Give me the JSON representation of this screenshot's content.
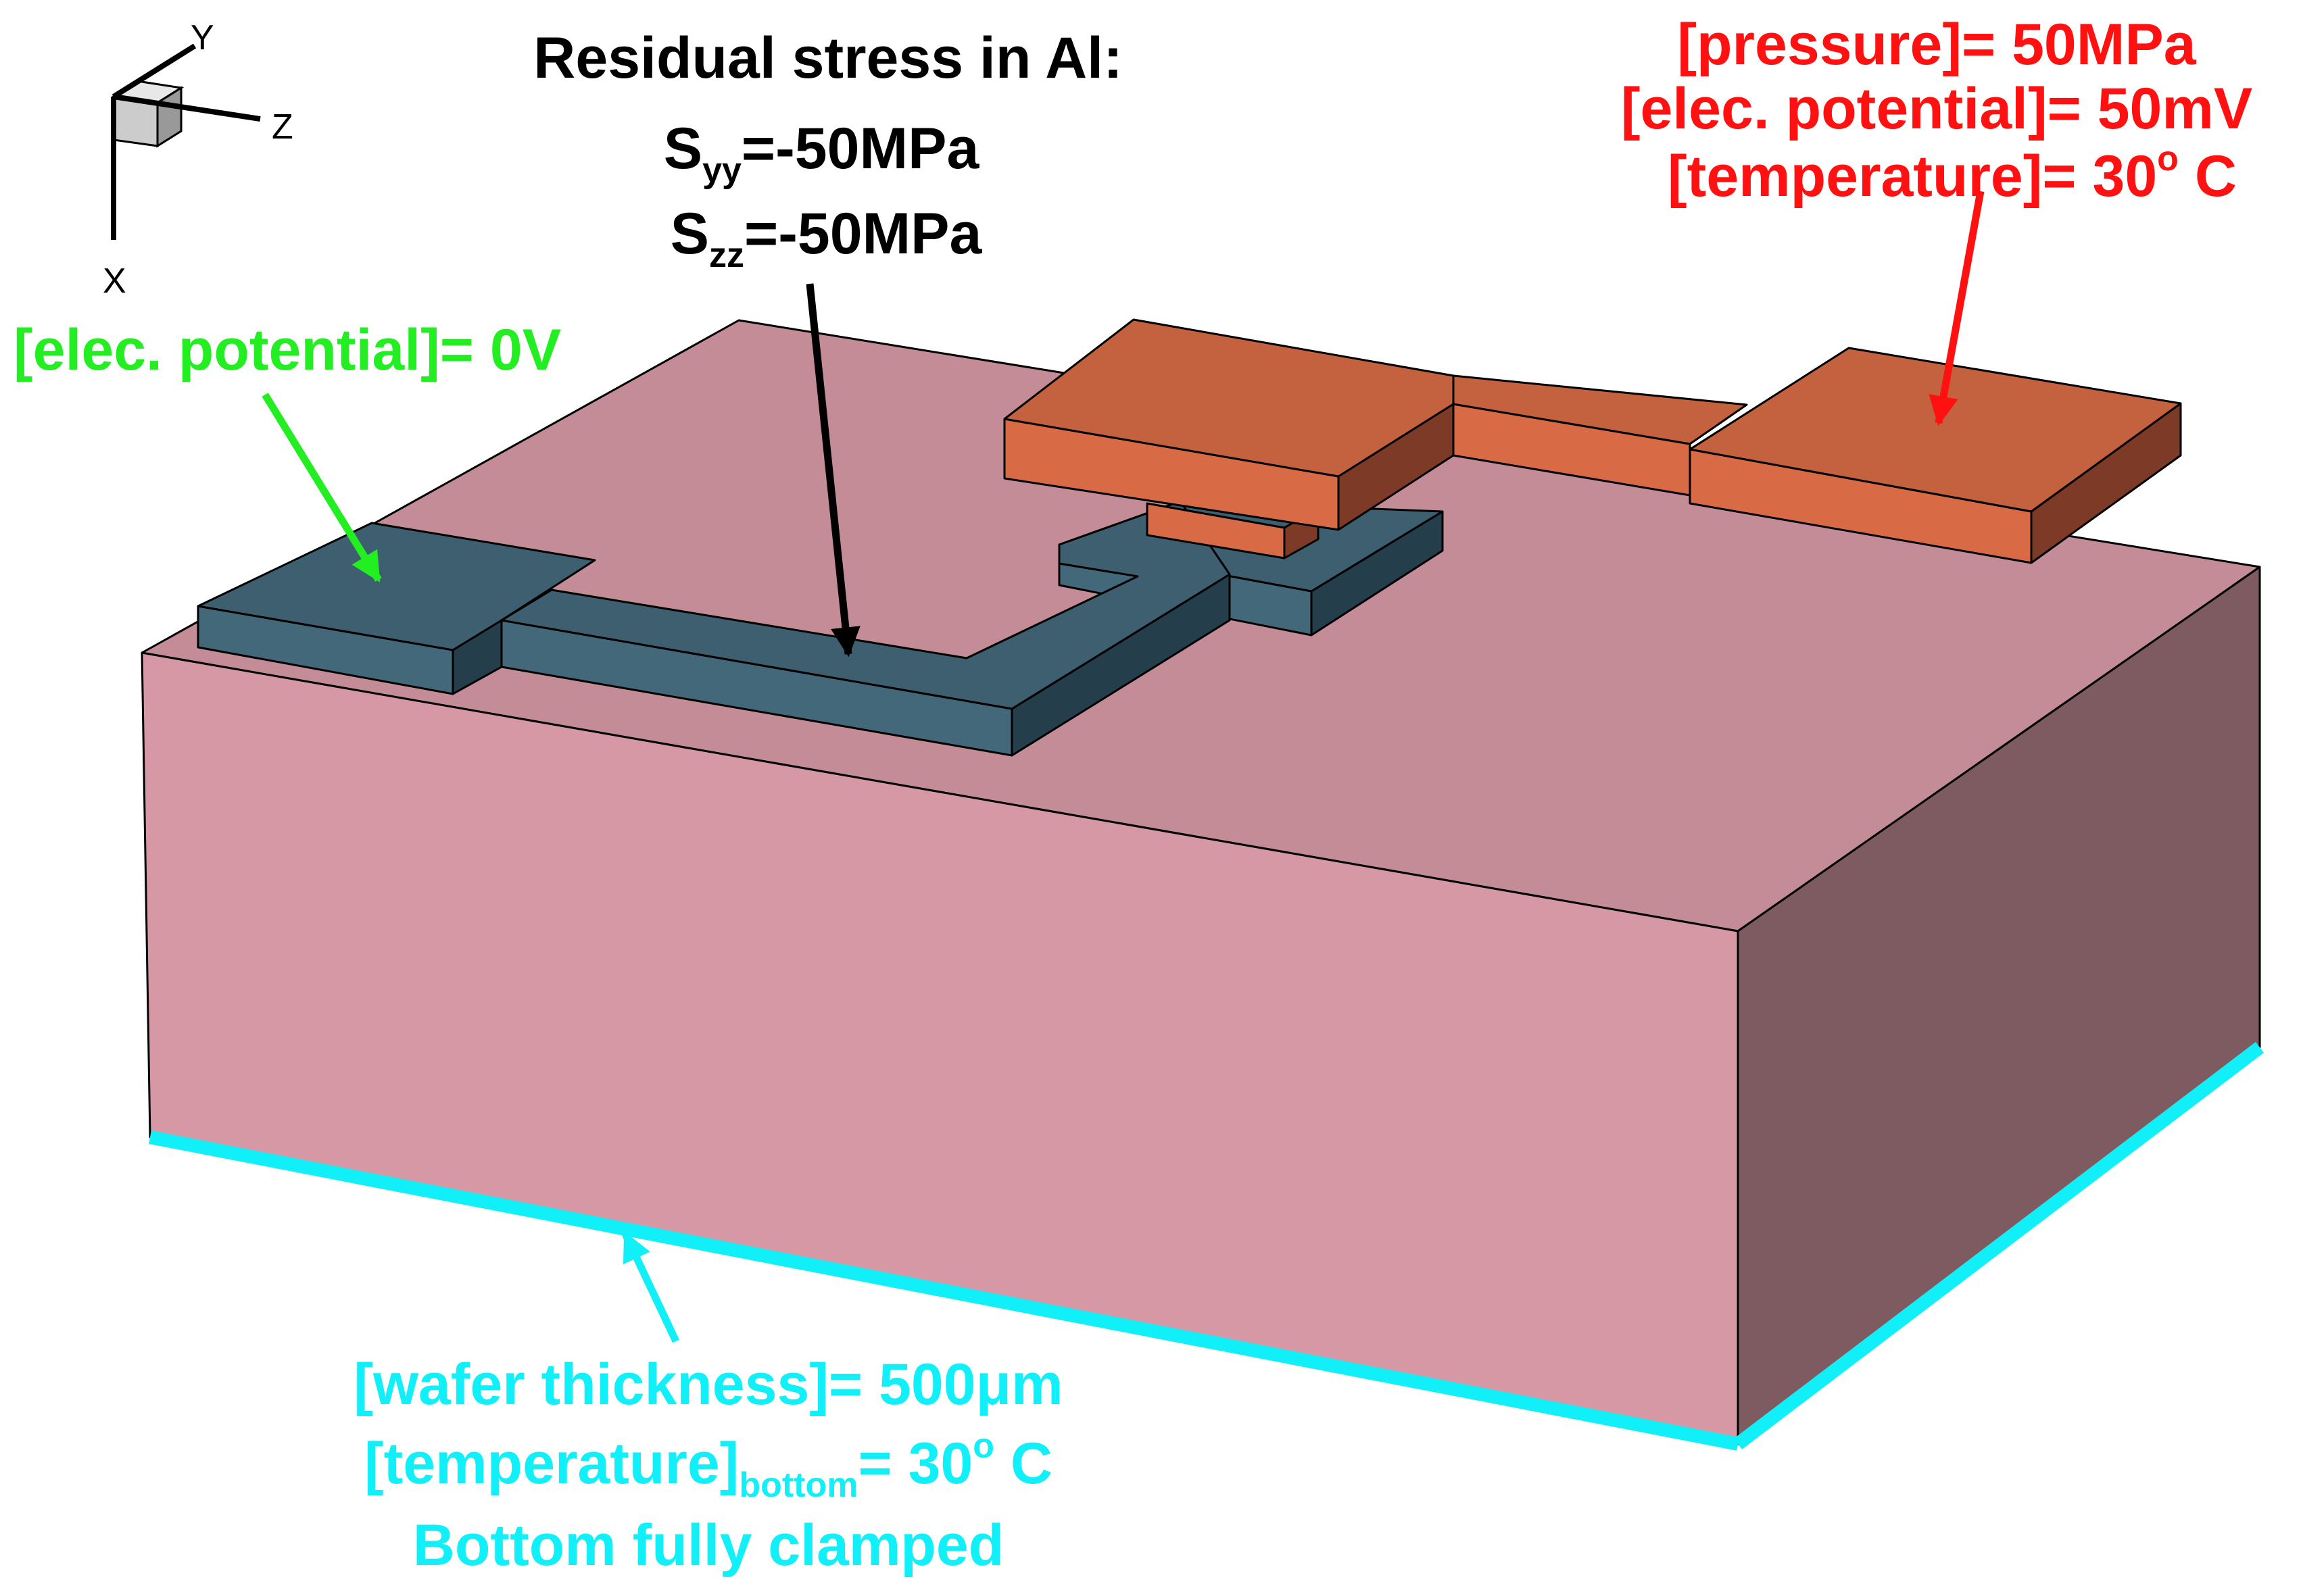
{
  "axes": {
    "x": "X",
    "y": "Y",
    "z": "Z"
  },
  "stress": {
    "title": "Residual stress in Al:",
    "syy": {
      "sym": "S",
      "sub": "yy",
      "val": "=-50MPa"
    },
    "szz": {
      "sym": "S",
      "sub": "zz",
      "val": "=-50MPa"
    }
  },
  "top_right": {
    "line1": "[pressure]= 50MPa",
    "line2": "[elec. potential]= 50mV",
    "line3a": "[temperature]= 30",
    "line3deg": "o",
    "line3b": " C"
  },
  "left": {
    "line1": "[elec. potential]= 0V"
  },
  "bottom": {
    "line1": "[wafer thickness]= 500μm",
    "line2a": "[temperature]",
    "line2sub": "bottom",
    "line2b": "= 30",
    "line2deg": "o",
    "line2c": " C",
    "line3": "Bottom fully clamped"
  },
  "colors": {
    "wafer_top": "#c48c97",
    "wafer_front": "#d698a4",
    "wafer_side": "#7e5b61",
    "al_top": "#3e5f70",
    "al_front": "#426879",
    "al_side": "#253e4b",
    "pad_top": "#c4613e",
    "pad_front": "#d86b46",
    "pad_side": "#7d3b27",
    "green": "#22ee22",
    "red": "#ff1111",
    "cyan": "#11f0f8",
    "black": "#000000"
  }
}
